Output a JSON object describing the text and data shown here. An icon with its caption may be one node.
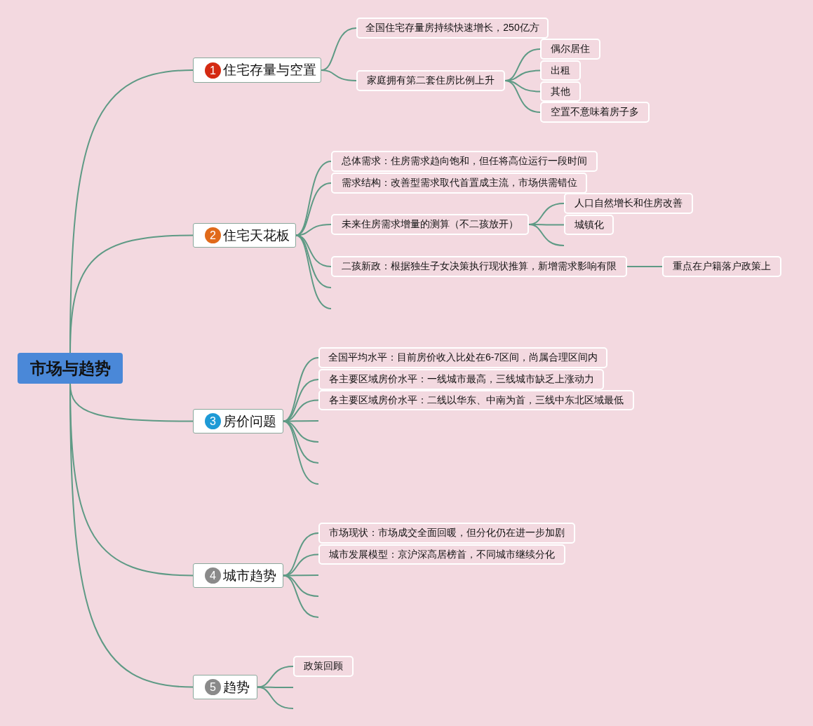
{
  "diagram": {
    "nodes": [
      {
        "text": [
          "市场与趋势"
        ]
      },
      {
        "text": [
          "1",
          "住宅存量与空置"
        ]
      },
      {
        "text": [
          "全国住宅存量房持续快速增长，250亿方"
        ]
      },
      {
        "text": [
          "家庭拥有第二套住房比例上升"
        ]
      },
      {
        "text": [
          "偶尔居住"
        ]
      },
      {
        "text": [
          "出租"
        ]
      },
      {
        "text": [
          "其他"
        ]
      },
      {
        "text": [
          "空置不意味着房子多"
        ]
      },
      {
        "text": [
          "2",
          "住宅天花板"
        ]
      },
      {
        "text": [
          "总体需求：住房需求趋向饱和，但任将高位运行一段时间"
        ]
      },
      {
        "text": [
          "需求结构：改善型需求取代首置成主流，市场供需错位"
        ]
      },
      {
        "text": [
          "未来住房需求增量的测算（不二孩放开）"
        ]
      },
      {
        "text": [
          "人口自然增长和住房改善"
        ]
      },
      {
        "text": [
          "城镇化"
        ]
      },
      {
        "text": [
          "二孩新政：根据独生子女决策执行现状推算，新增需求影响有限"
        ]
      },
      {
        "text": [
          "重点在户籍落户政策上"
        ]
      },
      {
        "text": [
          "3",
          "房价问题"
        ]
      },
      {
        "text": [
          "全国平均水平：目前房价收入比处在6-7区间，尚属合理区间内"
        ]
      },
      {
        "text": [
          "各主要区域房价水平：一线城市最高，三线城市缺乏上涨动力"
        ]
      },
      {
        "text": [
          "各主要区域房价水平：二线以华东、中南为首，三线中东北区域最低"
        ]
      },
      {
        "text": [
          "4",
          "城市趋势"
        ]
      },
      {
        "text": [
          "市场现状：市场成交全面回暖，但分化仍在进一步加剧"
        ]
      },
      {
        "text": [
          "城市发展模型：京沪深高居榜首，不同城市继续分化"
        ]
      },
      {
        "text": [
          "5",
          "趋势"
        ]
      },
      {
        "text": [
          "政策回顾"
        ]
      }
    ],
    "edges": [
      {
        "from": 0,
        "to": 1,
        "arrow": "none"
      },
      {
        "from": 0,
        "to": 8,
        "arrow": "none"
      },
      {
        "from": 0,
        "to": 16,
        "arrow": "none"
      },
      {
        "from": 0,
        "to": 20,
        "arrow": "none"
      },
      {
        "from": 0,
        "to": 23,
        "arrow": "none"
      },
      {
        "from": 1,
        "to": 2,
        "arrow": "none"
      },
      {
        "from": 1,
        "to": 3,
        "arrow": "none"
      },
      {
        "from": 3,
        "to": 4,
        "arrow": "none"
      },
      {
        "from": 3,
        "to": 5,
        "arrow": "none"
      },
      {
        "from": 3,
        "to": 6,
        "arrow": "none"
      },
      {
        "from": 3,
        "to": 7,
        "arrow": "none"
      },
      {
        "from": 8,
        "to": 9,
        "arrow": "none"
      },
      {
        "from": 8,
        "to": 10,
        "arrow": "none"
      },
      {
        "from": 8,
        "to": 11,
        "arrow": "none"
      },
      {
        "from": 8,
        "to": 14,
        "arrow": "none"
      },
      {
        "from": 8,
        "to": null,
        "arrow": "none"
      },
      {
        "from": 8,
        "to": null,
        "arrow": "none"
      },
      {
        "from": 11,
        "to": 12,
        "arrow": "none"
      },
      {
        "from": 11,
        "to": 13,
        "arrow": "none"
      },
      {
        "from": 11,
        "to": null,
        "arrow": "none"
      },
      {
        "from": 14,
        "to": 15,
        "arrow": "none"
      },
      {
        "from": 16,
        "to": 17,
        "arrow": "none"
      },
      {
        "from": 16,
        "to": 18,
        "arrow": "none"
      },
      {
        "from": 16,
        "to": 19,
        "arrow": "none"
      },
      {
        "from": 16,
        "to": null,
        "arrow": "none"
      },
      {
        "from": 16,
        "to": null,
        "arrow": "none"
      },
      {
        "from": 16,
        "to": null,
        "arrow": "none"
      },
      {
        "from": 16,
        "to": null,
        "arrow": "none"
      },
      {
        "from": 20,
        "to": 21,
        "arrow": "none"
      },
      {
        "from": 20,
        "to": 22,
        "arrow": "none"
      },
      {
        "from": 20,
        "to": null,
        "arrow": "none"
      },
      {
        "from": 20,
        "to": null,
        "arrow": "none"
      },
      {
        "from": 20,
        "to": null,
        "arrow": "none"
      },
      {
        "from": 23,
        "to": 24,
        "arrow": "none"
      },
      {
        "from": 23,
        "to": null,
        "arrow": "none"
      },
      {
        "from": 23,
        "to": null,
        "arrow": "none"
      }
    ]
  }
}
